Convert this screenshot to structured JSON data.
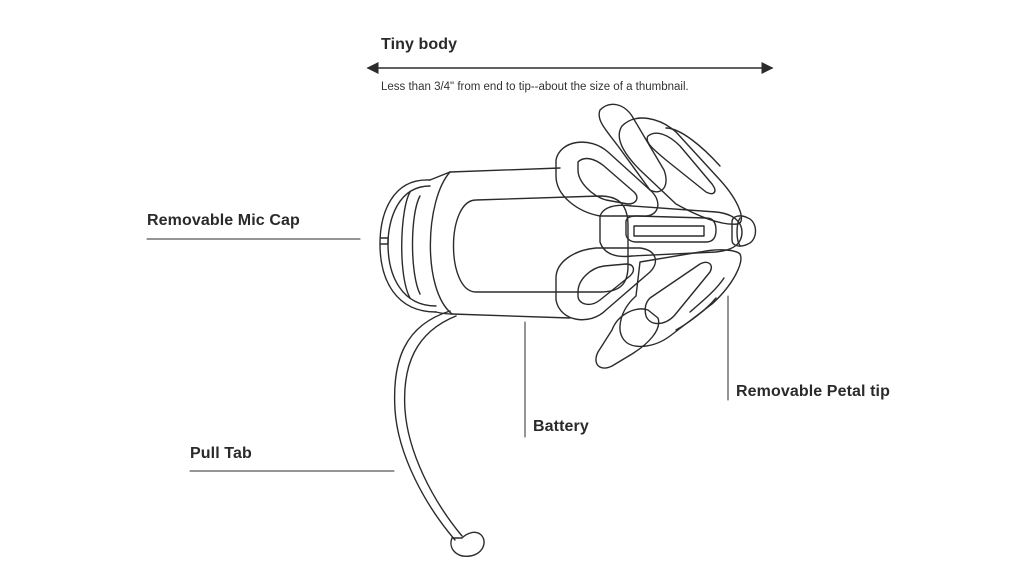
{
  "title": "Tiny body",
  "subtitle": "Less than 3/4\" from end to tip--about the size of a thumbnail.",
  "labels": {
    "mic_cap": "Removable Mic Cap",
    "pull_tab": "Pull Tab",
    "battery": "Battery",
    "petal_tip": "Removable Petal tip"
  },
  "colors": {
    "line": "#2b2b2b",
    "text": "#2a2a2a",
    "background": "#ffffff"
  }
}
